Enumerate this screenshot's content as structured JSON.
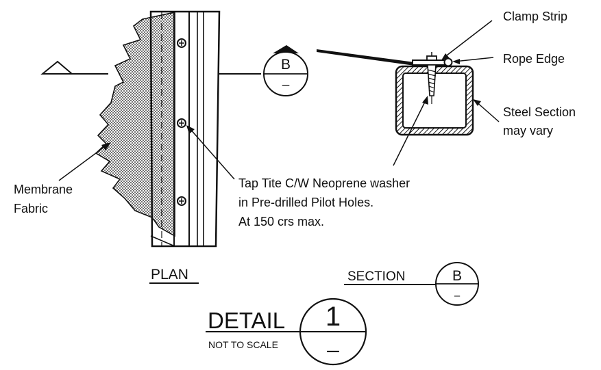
{
  "labels": {
    "clamp_strip": "Clamp Strip",
    "rope_edge": "Rope Edge",
    "steel_section_1": "Steel Section",
    "steel_section_2": "may vary",
    "membrane_1": "Membrane",
    "membrane_2": "Fabric",
    "fastener_1": "Tap Tite C/W Neoprene washer",
    "fastener_2": "in Pre-drilled Pilot Holes.",
    "fastener_3": "At 150 crs max.",
    "plan_title": "PLAN",
    "section_title": "SECTION",
    "detail_title": "DETAIL",
    "scale_note": "NOT TO SCALE"
  },
  "section_marker": {
    "letter": "B",
    "sheet": "–"
  },
  "section_bubble": {
    "letter": "B",
    "sheet": "–"
  },
  "detail_bubble": {
    "number": "1",
    "sheet": "–"
  },
  "colors": {
    "line": "#111111",
    "fabric": "#8a8a8a",
    "background": "#ffffff"
  }
}
